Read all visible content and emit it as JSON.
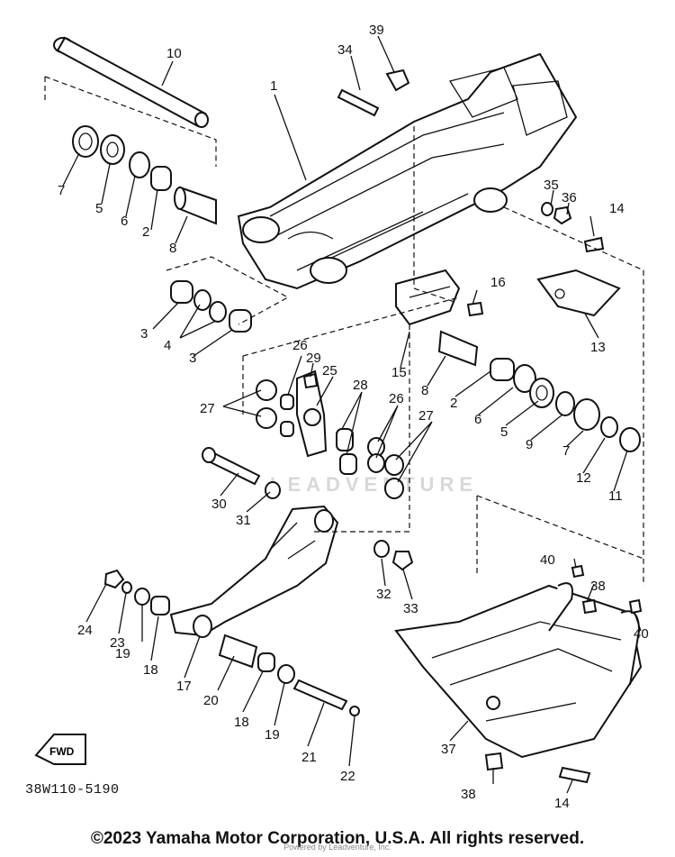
{
  "diagram": {
    "callouts": [
      "1",
      "2",
      "2",
      "3",
      "3",
      "4",
      "5",
      "5",
      "6",
      "6",
      "7",
      "7",
      "8",
      "8",
      "9",
      "10",
      "11",
      "12",
      "13",
      "14",
      "14",
      "15",
      "16",
      "17",
      "18",
      "18",
      "19",
      "19",
      "20",
      "21",
      "22",
      "23",
      "24",
      "25",
      "26",
      "26",
      "27",
      "27",
      "28",
      "29",
      "30",
      "31",
      "32",
      "33",
      "34",
      "35",
      "36",
      "37",
      "38",
      "38",
      "39",
      "40",
      "40"
    ]
  },
  "catalog_code": "38W110-5190",
  "fwd_label": "FWD",
  "watermark": "LEADVENTURE",
  "copyright": "©2023 Yamaha Motor Corporation, U.S.A. All rights reserved.",
  "credit": "Powered by Leadventure, Inc."
}
